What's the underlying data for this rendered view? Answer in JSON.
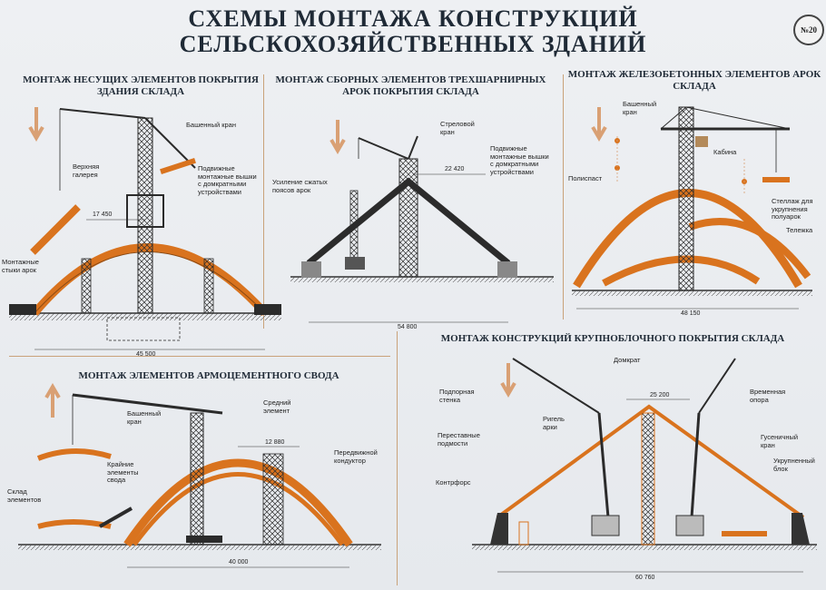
{
  "title": {
    "line1": "СХЕМЫ МОНТАЖА КОНСТРУКЦИЙ",
    "line2": "СЕЛЬСКОХОЗЯЙСТВЕННЫХ ЗДАНИЙ"
  },
  "badge": "№20",
  "colors": {
    "arch": "#d9731e",
    "steel": "#2b2b2b",
    "arrow": "#d9a074"
  },
  "panels": {
    "p1": {
      "title": "МОНТАЖ НЕСУЩИХ ЭЛЕМЕНТОВ ПОКРЫТИЯ ЗДАНИЯ СКЛАДА",
      "labels": {
        "crane": "Башенный кран",
        "gallery": "Верхняя галерея",
        "towers": "Подвижные монтажные вышки с домкратными устройствами",
        "joints": "Монтажные стыки арок"
      },
      "dims": {
        "d1": "17 450",
        "span": "45 500"
      }
    },
    "p2": {
      "title": "МОНТАЖ СБОРНЫХ ЭЛЕМЕНТОВ ТРЕХШАРНИРНЫХ АРОК ПОКРЫТИЯ СКЛАДА",
      "labels": {
        "crane": "Стреловой кран",
        "towers": "Подвижные монтажные вышки с домкратными устройствами",
        "reinf": "Усиление сжатых поясов арок"
      },
      "dims": {
        "d1": "22 420",
        "span": "54 800"
      }
    },
    "p3": {
      "title": "МОНТАЖ ЖЕЛЕЗОБЕТОННЫХ ЭЛЕМЕНТОВ АРОК СКЛАДА",
      "labels": {
        "crane": "Башенный кран",
        "cabin": "Кабина",
        "pulley": "Полиспаст",
        "rack": "Стеллаж для укрупнения полуарок",
        "cart": "Тележка"
      },
      "dims": {
        "span": "48 150"
      }
    },
    "p4": {
      "title": "МОНТАЖ ЭЛЕМЕНТОВ АРМОЦЕМЕНТНОГО СВОДА",
      "labels": {
        "crane": "Башенный кран",
        "middle": "Средний элемент",
        "edge": "Крайние элементы свода",
        "storage": "Склад элементов",
        "conductor": "Передвижной кондуктор"
      },
      "dims": {
        "d1": "12 880",
        "span": "40 000"
      }
    },
    "p5": {
      "title": "МОНТАЖ КОНСТРУКЦИЙ КРУПНОБЛОЧНОГО ПОКРЫТИЯ СКЛАДА",
      "labels": {
        "jack": "Домкрат",
        "wall": "Подпорная стенка",
        "scaffold": "Переставные подмости",
        "buttress": "Контрфорс",
        "girder": "Ригель арки",
        "temp": "Временная опора",
        "crawler": "Гусеничный кран",
        "block": "Укрупненный блок"
      },
      "dims": {
        "d1": "25 200",
        "span": "60 760"
      }
    }
  }
}
